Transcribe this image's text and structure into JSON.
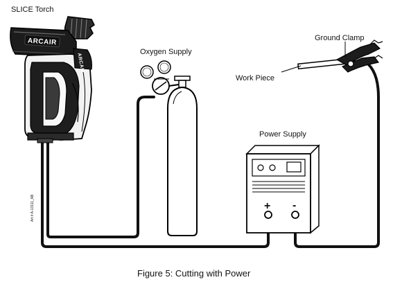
{
  "labels": {
    "torch": "SLICE Torch",
    "oxygen": "Oxygen Supply",
    "power": "Power Supply",
    "ground_clamp": "Ground Clamp",
    "work_piece": "Work Piece",
    "plus": "+",
    "minus": "-",
    "art_id": "Art # A-13111_AB",
    "brand": "ARCAIR",
    "brand_side": "ARCAIR"
  },
  "caption": "Figure 5: Cutting with Power"
}
